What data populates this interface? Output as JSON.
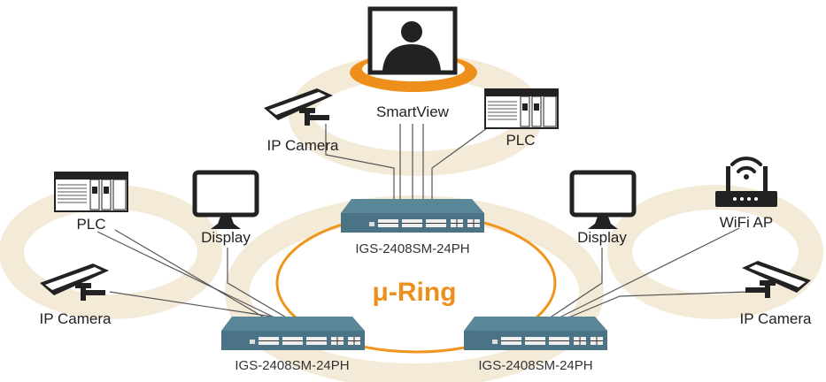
{
  "title": "μ-Ring",
  "colors": {
    "ring": "#f0961e",
    "halo": "#f4ead8",
    "switch": "#4a7485"
  },
  "switches": [
    {
      "label": "IGS-2408SM-24PH"
    },
    {
      "label": "IGS-2408SM-24PH"
    },
    {
      "label": "IGS-2408SM-24PH"
    }
  ],
  "devices": {
    "smartview": "SmartView",
    "plc_top": "PLC",
    "camera_top": "IP Camera",
    "plc_left": "PLC",
    "display_left": "Display",
    "camera_left": "IP Camera",
    "display_right": "Display",
    "wifi_ap": "WiFi AP",
    "camera_right": "IP Camera"
  }
}
